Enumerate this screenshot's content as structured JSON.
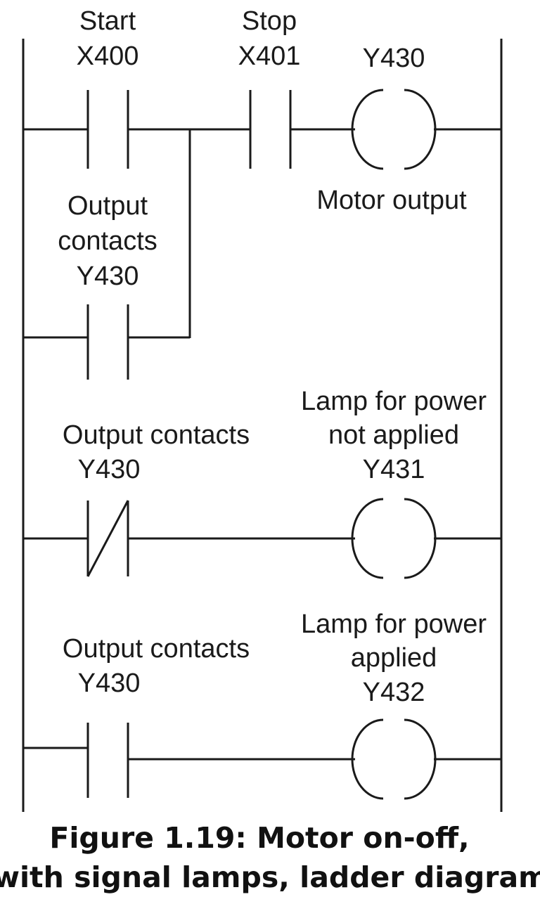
{
  "rung1": {
    "start_label": "Start",
    "start_address": "X400",
    "stop_label": "Stop",
    "stop_address": "X401",
    "coil_address": "Y430",
    "coil_label": "Motor output"
  },
  "rung1_branch": {
    "label_line1": "Output",
    "label_line2": "contacts",
    "address": "Y430"
  },
  "rung2": {
    "contact_label": "Output contacts",
    "contact_address": "Y430",
    "coil_label_line1": "Lamp for power",
    "coil_label_line2": "not applied",
    "coil_address": "Y431"
  },
  "rung3": {
    "contact_label": "Output contacts",
    "contact_address": "Y430",
    "coil_label_line1": "Lamp for power",
    "coil_label_line2": "applied",
    "coil_address": "Y432"
  },
  "caption": {
    "line1": "Figure 1.19:  Motor on-off,",
    "line2": "with signal lamps, ladder diagram"
  }
}
